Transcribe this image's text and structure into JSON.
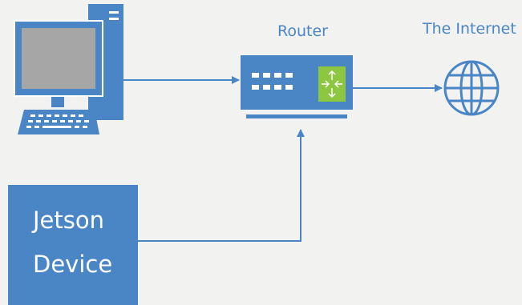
{
  "diagram": {
    "nodes": {
      "computer": {
        "label": ""
      },
      "router": {
        "label": "Router"
      },
      "internet": {
        "label": "The Internet"
      },
      "jetson": {
        "label_line1": "Jetson",
        "label_line2": "Device"
      }
    },
    "edges": [
      {
        "from": "computer",
        "to": "router"
      },
      {
        "from": "router",
        "to": "internet"
      },
      {
        "from": "jetson",
        "to": "router"
      }
    ],
    "colors": {
      "accent": "#4a86c5",
      "router_port_panel": "#8dc640",
      "background": "#f2f2f0",
      "screen_fill": "#a6a6a6"
    }
  }
}
